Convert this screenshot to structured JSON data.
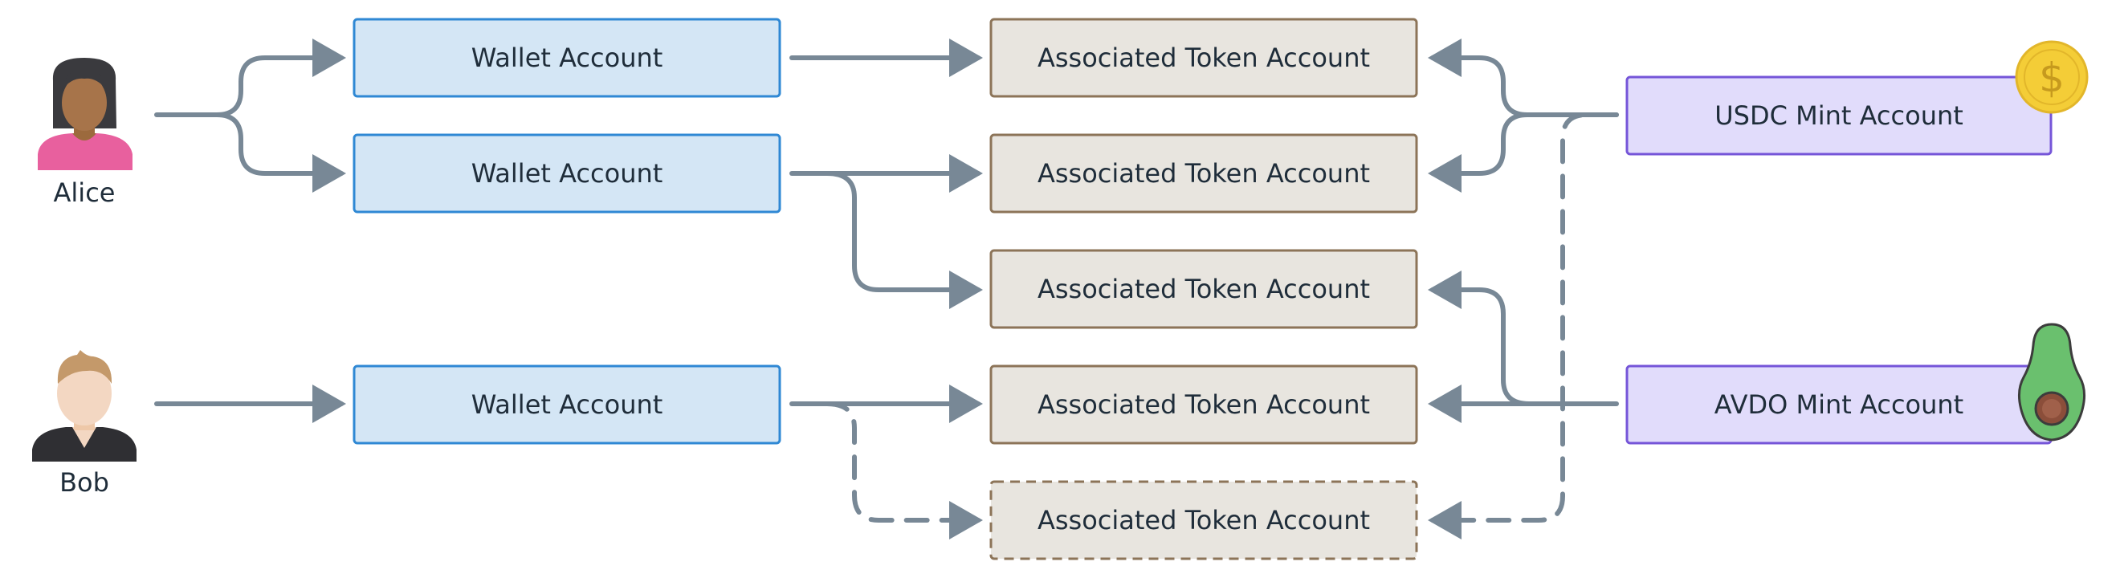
{
  "people": [
    {
      "key": "alice",
      "label": "Alice"
    },
    {
      "key": "bob",
      "label": "Bob"
    }
  ],
  "wallets": [
    {
      "key": "wallet-1",
      "label": "Wallet Account"
    },
    {
      "key": "wallet-2",
      "label": "Wallet Account"
    },
    {
      "key": "wallet-3",
      "label": "Wallet Account"
    }
  ],
  "token_accounts": [
    {
      "key": "ata-1",
      "label": "Associated Token Account",
      "dashed": false
    },
    {
      "key": "ata-2",
      "label": "Associated Token Account",
      "dashed": false
    },
    {
      "key": "ata-3",
      "label": "Associated Token Account",
      "dashed": false
    },
    {
      "key": "ata-4",
      "label": "Associated Token Account",
      "dashed": false
    },
    {
      "key": "ata-5",
      "label": "Associated Token Account",
      "dashed": true
    }
  ],
  "mints": [
    {
      "key": "usdc",
      "label": "USDC Mint Account",
      "icon": "dollar-coin-icon"
    },
    {
      "key": "avdo",
      "label": "AVDO Mint Account",
      "icon": "avocado-icon"
    }
  ],
  "colors": {
    "wallet_fill": "#d4e6f5",
    "wallet_stroke": "#2f88d4",
    "token_fill": "#e8e5df",
    "token_stroke": "#8c7458",
    "mint_fill": "#e1dcfb",
    "mint_stroke": "#7555d8",
    "arrow": "#788896",
    "text": "#1f2d3a"
  }
}
